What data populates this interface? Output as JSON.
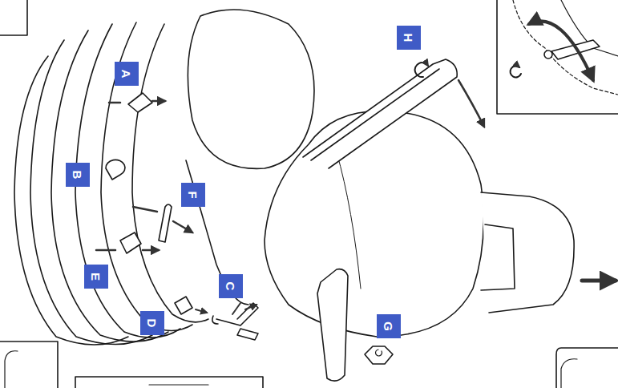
{
  "diagram": {
    "labels": [
      "A",
      "B",
      "F",
      "E",
      "C",
      "D",
      "G",
      "H"
    ]
  }
}
